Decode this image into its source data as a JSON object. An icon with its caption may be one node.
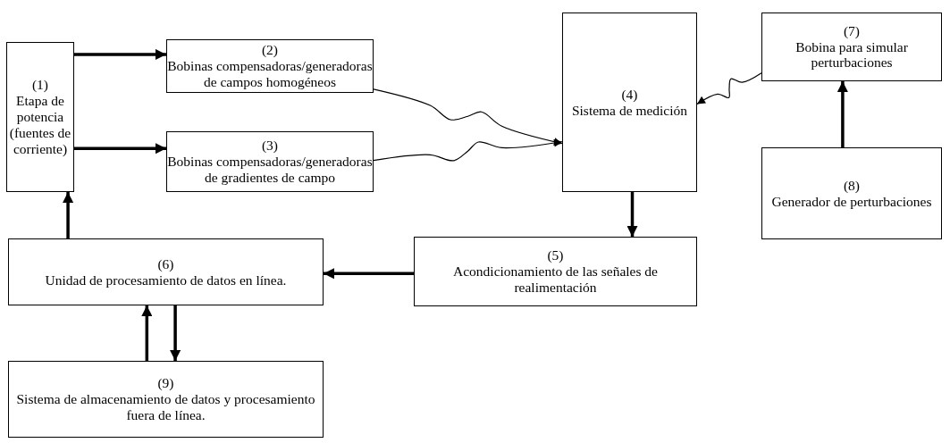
{
  "diagram": {
    "nodes": [
      {
        "text": [
          "(1)",
          "Etapa de potencia (fuentes de corriente)"
        ]
      },
      {
        "text": [
          "(2)",
          "Bobinas compensadoras/generadoras de campos homogéneos"
        ]
      },
      {
        "text": [
          "(3)",
          "Bobinas compensadoras/generadoras de gradientes de campo"
        ]
      },
      {
        "text": [
          "(4)",
          "Sistema de medición"
        ]
      },
      {
        "text": [
          "(5)",
          "Acondicionamiento de las señales de realimentación"
        ]
      },
      {
        "text": [
          "(6)",
          "Unidad de procesamiento de datos en línea."
        ]
      },
      {
        "text": [
          "(7)",
          "Bobina para simular perturbaciones"
        ]
      },
      {
        "text": [
          "(8)",
          "Generador de perturbaciones"
        ]
      },
      {
        "text": [
          "(9)",
          "Sistema de almacenamiento de datos y procesamiento fuera de línea."
        ]
      }
    ],
    "edges": [
      {
        "from": 0,
        "to": 1,
        "arrow": "to"
      },
      {
        "from": 0,
        "to": 2,
        "arrow": "to"
      },
      {
        "from": 1,
        "to": 3,
        "arrow": "to"
      },
      {
        "from": 2,
        "to": 3,
        "arrow": "to"
      },
      {
        "from": 6,
        "to": 3,
        "arrow": "to"
      },
      {
        "from": 7,
        "to": 6,
        "arrow": "to"
      },
      {
        "from": 3,
        "to": 4,
        "arrow": "to"
      },
      {
        "from": 4,
        "to": 5,
        "arrow": "to"
      },
      {
        "from": 5,
        "to": 0,
        "arrow": "to"
      },
      {
        "from": 5,
        "to": 8,
        "arrow": "to"
      },
      {
        "from": 8,
        "to": 5,
        "arrow": "to"
      }
    ]
  }
}
